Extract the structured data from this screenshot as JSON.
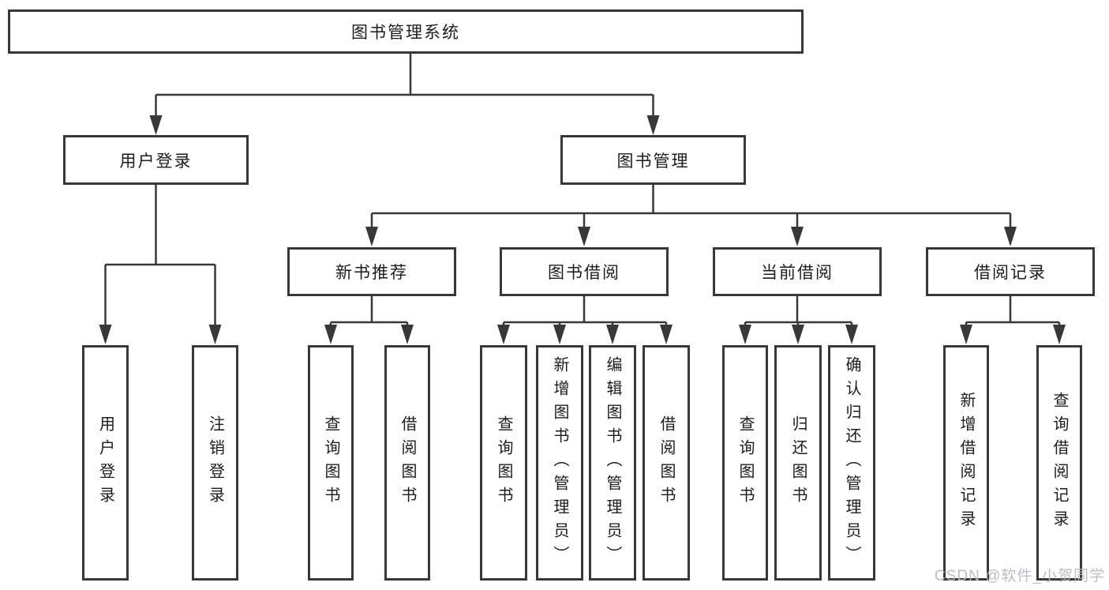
{
  "diagram": {
    "root": {
      "label": "图书管理系统",
      "children": [
        {
          "label": "用户登录",
          "children": [
            {
              "label": "用户登录"
            },
            {
              "label": "注销登录"
            }
          ]
        },
        {
          "label": "图书管理",
          "children": [
            {
              "label": "新书推荐",
              "children": [
                {
                  "label": "查询图书"
                },
                {
                  "label": "借阅图书"
                }
              ]
            },
            {
              "label": "图书借阅",
              "children": [
                {
                  "label": "查询图书"
                },
                {
                  "label": "新增图书（管理员）"
                },
                {
                  "label": "编辑图书（管理员）"
                },
                {
                  "label": "借阅图书"
                }
              ]
            },
            {
              "label": "当前借阅",
              "children": [
                {
                  "label": "查询图书"
                },
                {
                  "label": "归还图书"
                },
                {
                  "label": "确认归还（管理员）"
                }
              ]
            },
            {
              "label": "借阅记录",
              "children": [
                {
                  "label": "新增借阅记录"
                },
                {
                  "label": "查询借阅记录"
                }
              ]
            }
          ]
        }
      ]
    }
  },
  "watermark": {
    "text": "CSDN @软件_小贺同学"
  },
  "colors": {
    "line": "#383838",
    "box_border": "#383838",
    "text": "#1c1c1c",
    "watermark": "#b6bac2",
    "background": "#ffffff"
  }
}
